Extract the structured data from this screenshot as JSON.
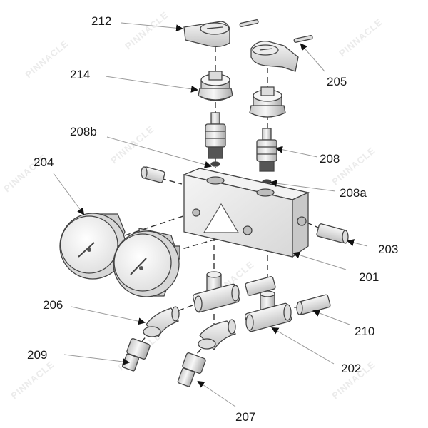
{
  "watermark": {
    "text": "PINNACLE"
  },
  "labels": {
    "p201": "201",
    "p202": "202",
    "p203": "203",
    "p204": "204",
    "p205": "205",
    "p206": "206",
    "p207": "207",
    "p208": "208",
    "p208a": "208a",
    "p208b": "208b",
    "p209": "209",
    "p210": "210",
    "p212": "212",
    "p214": "214"
  },
  "colors": {
    "metal_light": "#f1f1f1",
    "metal_mid": "#cfcfcf",
    "metal_dark": "#8a8a8a",
    "arrow": "#111111",
    "leader": "#9a9a9a"
  }
}
